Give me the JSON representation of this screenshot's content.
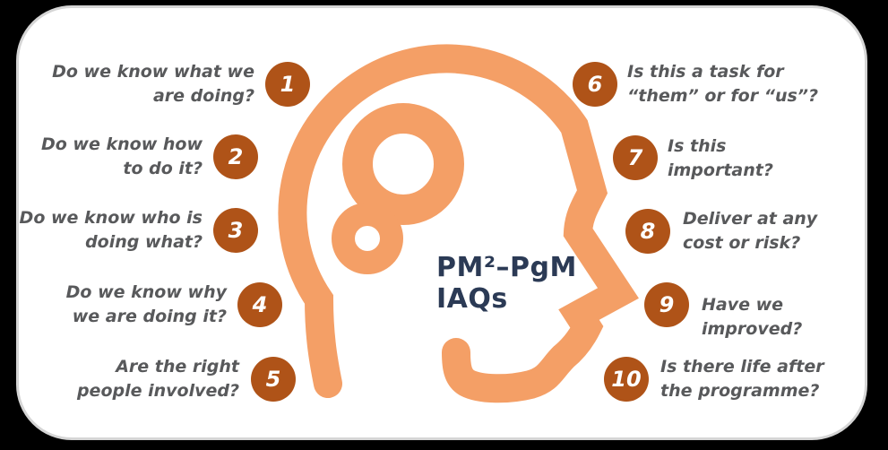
{
  "title": {
    "text": "PM²–PgM\nIAQs"
  },
  "colors": {
    "head_salmon": "#f49f66",
    "badge_rust": "#af5318",
    "title_navy": "#2b3a55",
    "question_gray": "#58595b",
    "card_background": "#ffffff",
    "card_border": "#d5d5d5",
    "outside_background": "#000000"
  },
  "questions_left": [
    {
      "number": "1",
      "text": "Do we know what we\nare doing?"
    },
    {
      "number": "2",
      "text": "Do we know how\nto do it?"
    },
    {
      "number": "3",
      "text": "Do we know who is\ndoing what?"
    },
    {
      "number": "4",
      "text": "Do we know why\nwe are doing it?"
    },
    {
      "number": "5",
      "text": "Are the right\npeople involved?"
    }
  ],
  "questions_right": [
    {
      "number": "6",
      "text": "Is this a task for\n“them” or for “us”?"
    },
    {
      "number": "7",
      "text": "Is this\nimportant?"
    },
    {
      "number": "8",
      "text": "Deliver at any\ncost or risk?"
    },
    {
      "number": "9",
      "text": "Have we improved?"
    },
    {
      "number": "10",
      "text": "Is there life after\nthe programme?"
    }
  ]
}
